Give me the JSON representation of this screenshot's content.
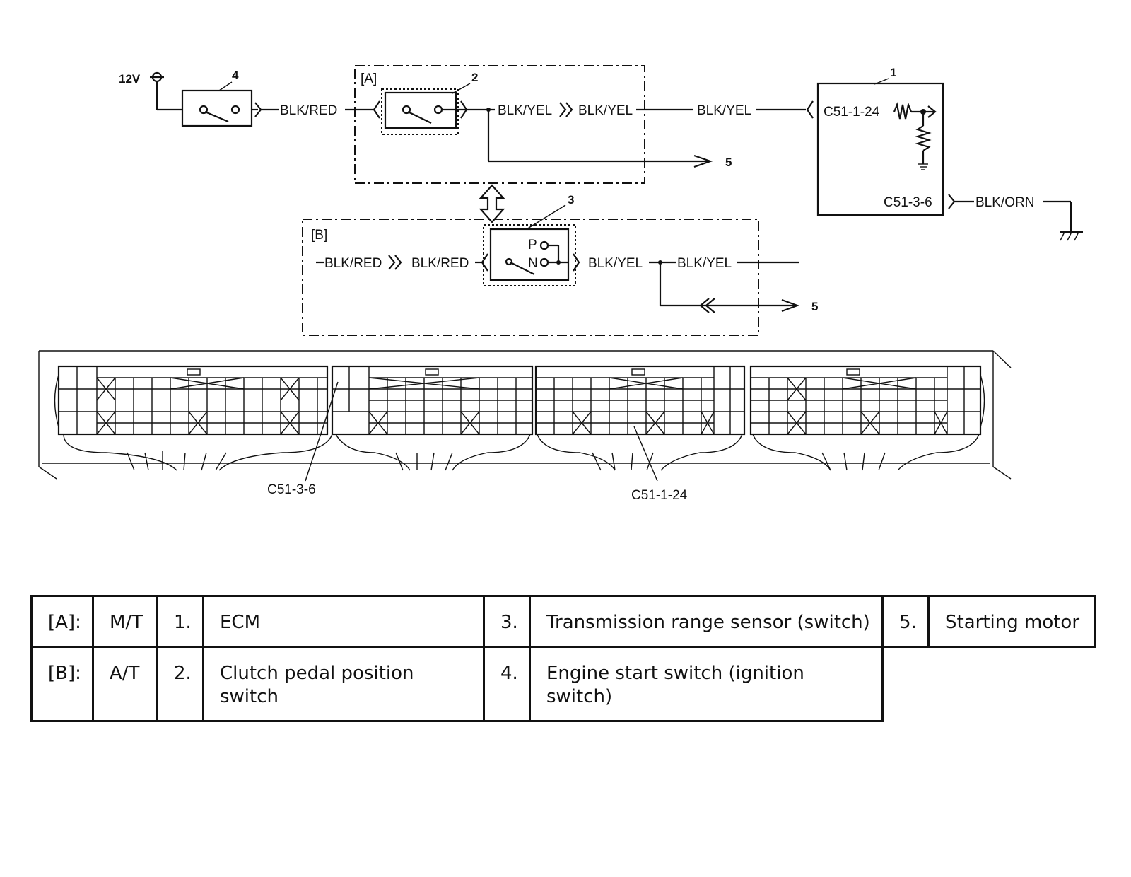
{
  "wires": {
    "v12": "12V",
    "blk_red": "BLK/RED",
    "blk_yel": "BLK/YEL",
    "blk_orn": "BLK/ORN"
  },
  "callouts": {
    "n1": "1",
    "n2": "2",
    "n3": "3",
    "n4": "4",
    "n5": "5"
  },
  "boxes": {
    "a": "[A]",
    "b": "[B]"
  },
  "tr_sensor": {
    "p": "P",
    "n": "N"
  },
  "connectors": {
    "c_1_24": "C51-1-24",
    "c_3_6": "C51-3-6"
  },
  "legend": [
    [
      {
        "text": "[A]:"
      },
      {
        "text": "M/T"
      },
      {
        "text": "1."
      },
      {
        "text": "ECM"
      },
      {
        "text": "3."
      },
      {
        "text": "Transmission range sensor (switch)"
      },
      {
        "text": "5."
      },
      {
        "text": "Starting motor"
      }
    ],
    [
      {
        "text": "[B]:"
      },
      {
        "text": "A/T"
      },
      {
        "text": "2."
      },
      {
        "text": "Clutch pedal position switch"
      },
      {
        "text": "4."
      },
      {
        "text": "Engine start switch (ignition switch)"
      }
    ]
  ]
}
